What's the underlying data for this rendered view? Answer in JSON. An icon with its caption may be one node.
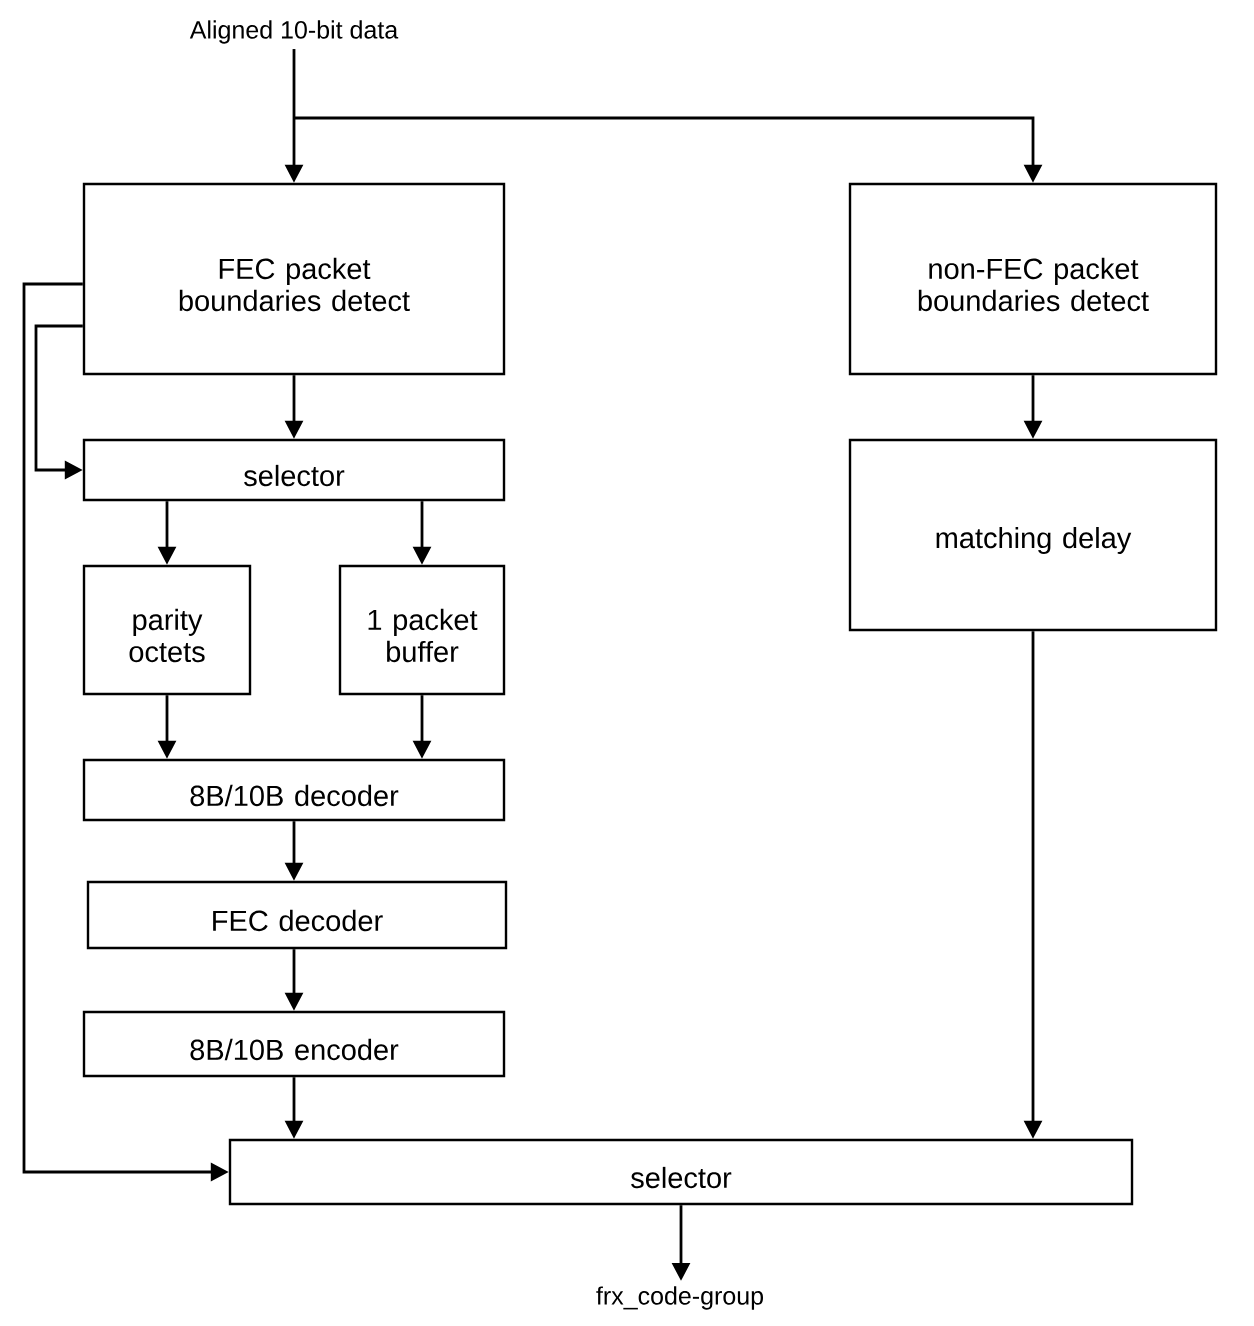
{
  "diagram": {
    "nodes": [
      {
        "text": [
          "Aligned 10-bit data"
        ]
      },
      {
        "text": [
          "FEC packet boundaries detect"
        ]
      },
      {
        "text": [
          "non-FEC packet boundaries detect"
        ]
      },
      {
        "text": [
          "selector"
        ]
      },
      {
        "text": [
          "parity octets"
        ]
      },
      {
        "text": [
          "1 packet buffer"
        ]
      },
      {
        "text": [
          "matching delay"
        ]
      },
      {
        "text": [
          "8B/10B decoder"
        ]
      },
      {
        "text": [
          "FEC decoder"
        ]
      },
      {
        "text": [
          "8B/10B encoder"
        ]
      },
      {
        "text": [
          "selector"
        ]
      },
      {
        "text": [
          "frx_code-group"
        ]
      }
    ],
    "edges": [
      {
        "from": 0,
        "to": 1,
        "arrow": "to"
      },
      {
        "from": 0,
        "to": 2,
        "arrow": "to"
      },
      {
        "from": 1,
        "to": 3,
        "arrow": "to"
      },
      {
        "from": 1,
        "to": 3,
        "arrow": "to"
      },
      {
        "from": 1,
        "to": 10,
        "arrow": "to"
      },
      {
        "from": 2,
        "to": 6,
        "arrow": "to"
      },
      {
        "from": 3,
        "to": 4,
        "arrow": "to"
      },
      {
        "from": 3,
        "to": 5,
        "arrow": "to"
      },
      {
        "from": 4,
        "to": 7,
        "arrow": "to"
      },
      {
        "from": 5,
        "to": 7,
        "arrow": "to"
      },
      {
        "from": 7,
        "to": 8,
        "arrow": "to"
      },
      {
        "from": 8,
        "to": 9,
        "arrow": "to"
      },
      {
        "from": 9,
        "to": 10,
        "arrow": "to"
      },
      {
        "from": 6,
        "to": 10,
        "arrow": "to"
      },
      {
        "from": 10,
        "to": 11,
        "arrow": "to"
      }
    ]
  }
}
